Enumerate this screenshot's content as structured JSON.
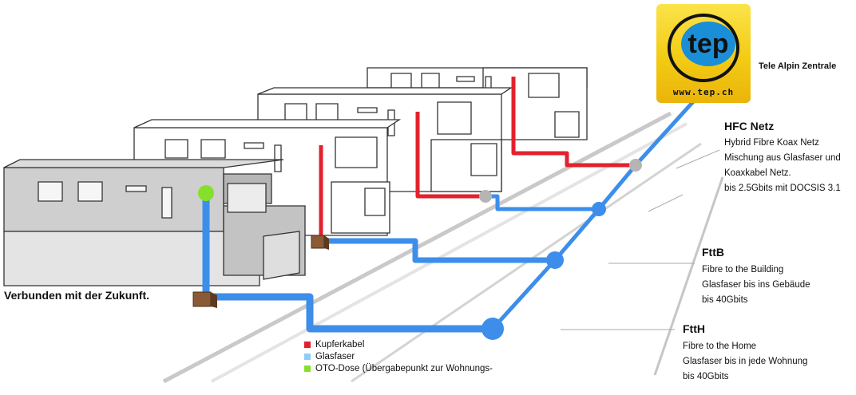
{
  "colors": {
    "copper": "#e3212e",
    "fiber_line": "#3d8eeb",
    "fiber_legend": "#8fcdf2",
    "oto": "#86e02b",
    "junction_grey": "#b5b5b5",
    "box_brown": "#8a5a35",
    "logo_yellow": "#f5d01a"
  },
  "brand": {
    "logo_text": "tep",
    "logo_url": "www.tep.ch",
    "central_label": "Tele Alpin Zentrale"
  },
  "slogan": "Verbunden mit der Zukunft.",
  "networks": {
    "hfc": {
      "title": "HFC Netz",
      "lines": [
        "Hybrid Fibre Koax Netz",
        "Mischung aus Glasfaser und",
        "Koaxkabel Netz.",
        "bis 2.5Gbits mit DOCSIS 3.1"
      ]
    },
    "fttb": {
      "title": "FttB",
      "lines": [
        "Fibre to the Building",
        "Glasfaser bis ins Gebäude",
        "bis 40Gbits"
      ]
    },
    "ftth": {
      "title": "FttH",
      "lines": [
        "Fibre to the Home",
        "Glasfaser bis in jede Wohnung",
        "bis 40Gbits"
      ]
    }
  },
  "legend": [
    {
      "label": "Kupferkabel",
      "color": "#e3212e",
      "icon": "square-swatch"
    },
    {
      "label": "Glasfaser",
      "color": "#8fcdf2",
      "icon": "square-swatch"
    },
    {
      "label": "OTO-Dose (Übergabepunkt zur Wohnungs-",
      "color": "#86e02b",
      "icon": "square-swatch"
    }
  ]
}
